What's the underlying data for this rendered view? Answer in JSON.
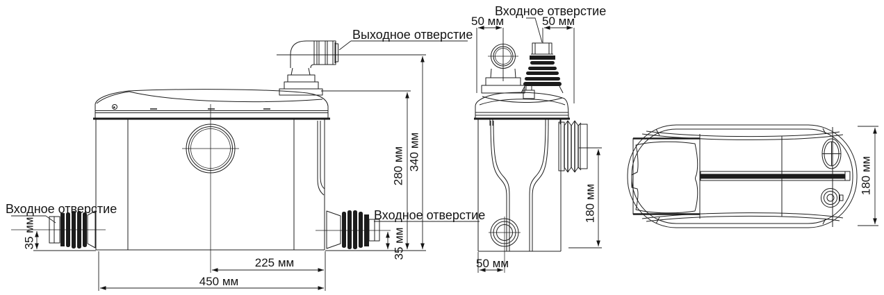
{
  "colors": {
    "background": "#ffffff",
    "line": "#1c1c1c"
  },
  "labels": {
    "outlet": "Выходное отверстие",
    "inlet_top": "Входное отверстие",
    "inlet_left": "Входное отверстие",
    "inlet_side": "Входное отверстие"
  },
  "dimensions": {
    "outlet_pipe_width": "50 мм",
    "inlet_pipe_width": "50 мм",
    "bottom_inlet_offset": "50 мм",
    "inlet_left_height": "35 мм",
    "inlet_right_height": "35 мм",
    "lid_height": "280 мм",
    "outlet_height": "340 мм",
    "outlet_offset": "225 мм",
    "body_width": "450 мм",
    "side_inlet_height": "180 мм",
    "body_depth": "180 мм"
  }
}
